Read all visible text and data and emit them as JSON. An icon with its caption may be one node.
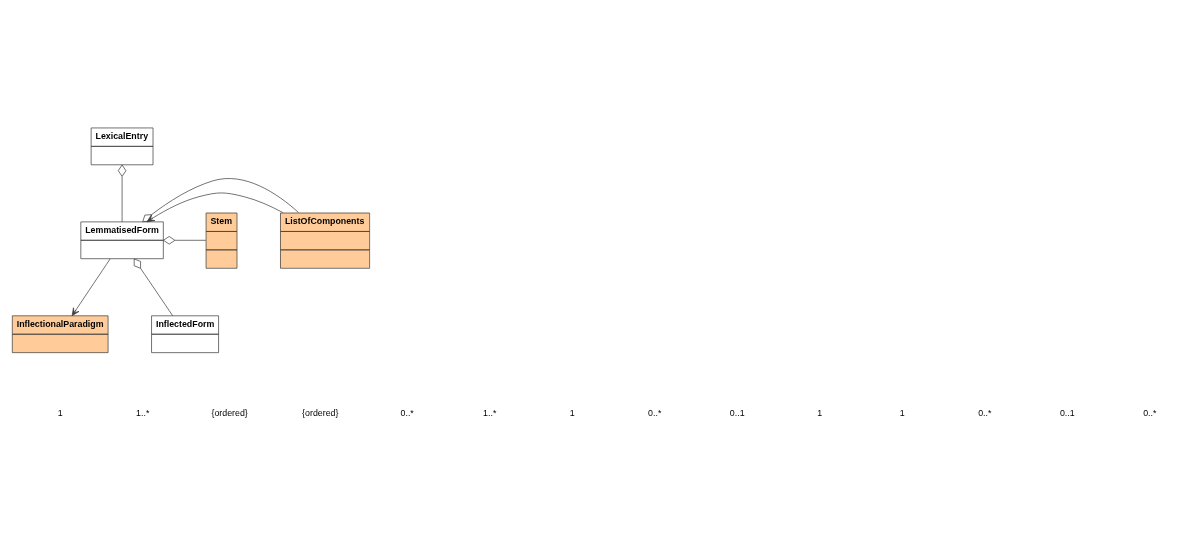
{
  "diagram": {
    "nodes": [
      {
        "text": [
          "LexicalEntry"
        ]
      },
      {
        "text": [
          "ListOfComponents"
        ]
      },
      {
        "text": [
          "LemmatisedForm"
        ]
      },
      {
        "text": [
          "Stem"
        ]
      },
      {
        "text": [
          "InflectionalParadigm"
        ]
      },
      {
        "text": [
          "InflectedForm"
        ]
      }
    ],
    "edges": [
      {
        "from": 0,
        "to": 2,
        "arrow": "other"
      },
      {
        "from": 1,
        "to": 2,
        "arrow": "to"
      },
      {
        "from": 2,
        "to": 1,
        "arrow": "other"
      },
      {
        "from": 2,
        "to": 3,
        "arrow": "other"
      },
      {
        "from": 2,
        "to": 4,
        "arrow": "to"
      },
      {
        "from": 2,
        "to": 5,
        "arrow": "other"
      }
    ],
    "labels": [
      "1",
      "1..*",
      "{ordered}",
      "{ordered}",
      "0..*",
      "1..*",
      "1",
      "0..*",
      "0..1",
      "1",
      "1",
      "0..*",
      "0..1",
      "0..*"
    ]
  }
}
